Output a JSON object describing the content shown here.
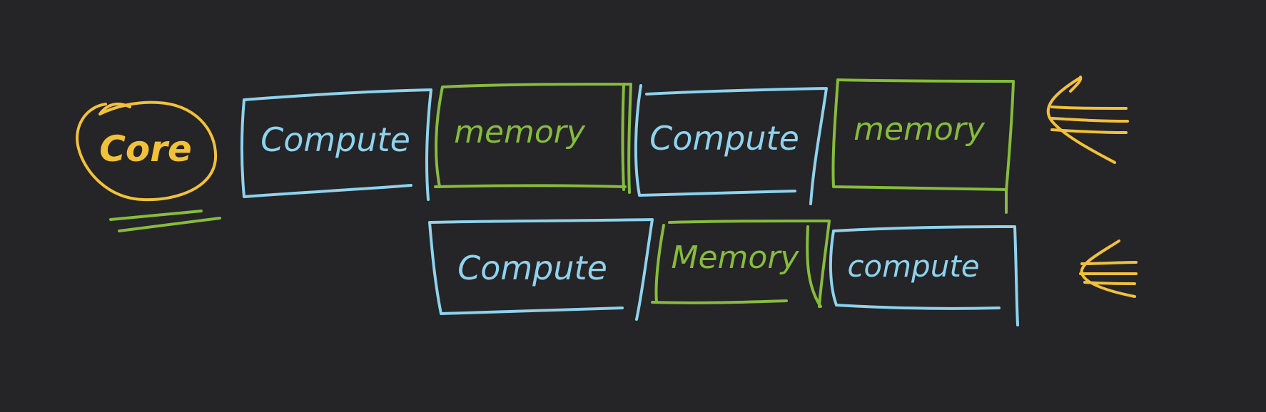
{
  "colors": {
    "background": "#252426",
    "core": "#f2c13a",
    "compute": "#8ed3ee",
    "memory": "#86bc3b",
    "arrow": "#f2c13a"
  },
  "core": {
    "label": "Core"
  },
  "rows": [
    {
      "blocks": [
        {
          "kind": "compute",
          "label": "Compute"
        },
        {
          "kind": "memory",
          "label": "memory"
        },
        {
          "kind": "compute",
          "label": "Compute"
        },
        {
          "kind": "memory",
          "label": "memory"
        }
      ],
      "arrow_icon": "triple-arrow-left-icon"
    },
    {
      "blocks": [
        {
          "kind": "compute",
          "label": "Compute"
        },
        {
          "kind": "memory",
          "label": "Memory"
        },
        {
          "kind": "compute",
          "label": "compute"
        }
      ],
      "arrow_icon": "triple-arrow-left-icon"
    }
  ]
}
